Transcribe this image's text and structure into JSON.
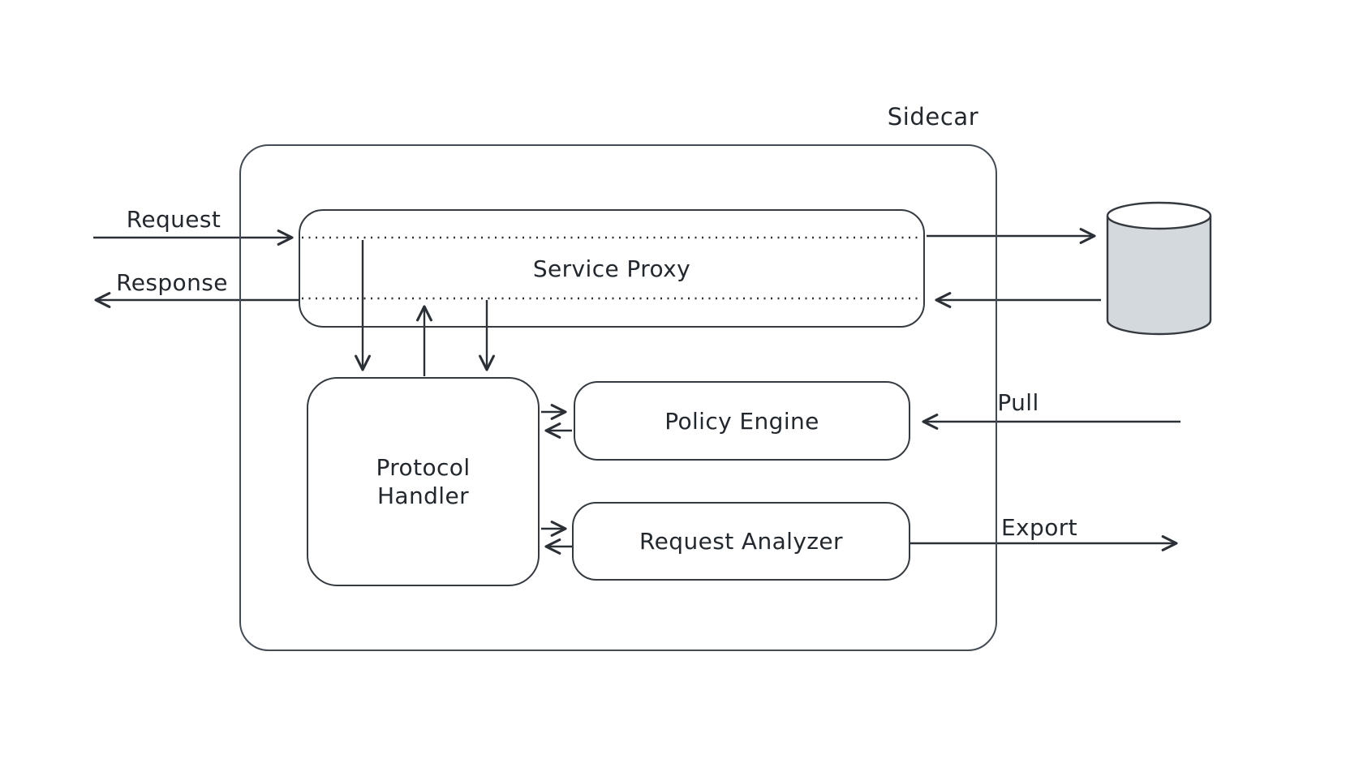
{
  "diagram": {
    "title": "Sidecar",
    "nodes": {
      "service_proxy": {
        "label": "Service Proxy"
      },
      "protocol_handler": {
        "label": "Protocol Handler"
      },
      "policy_engine": {
        "label": "Policy Engine"
      },
      "request_analyzer": {
        "label": "Request Analyzer"
      },
      "database": {
        "icon": "database-cylinder"
      }
    },
    "edges": {
      "request": {
        "label": "Request"
      },
      "response": {
        "label": "Response"
      },
      "pull": {
        "label": "Pull"
      },
      "export": {
        "label": "Export"
      }
    },
    "colors": {
      "stroke": "#2b3036",
      "box_border": "#343a40",
      "container_border": "#434b55",
      "cylinder_fill": "#d4d9de",
      "background": "#ffffff",
      "text": "#23282e"
    }
  }
}
